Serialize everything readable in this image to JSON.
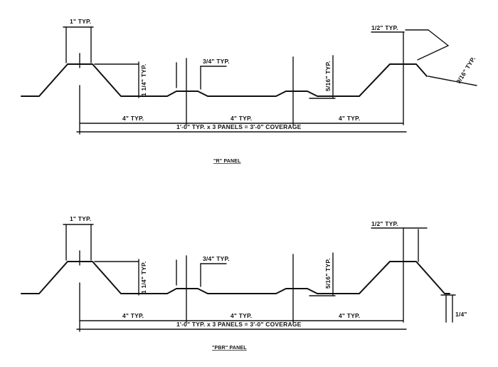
{
  "panels": [
    {
      "title": "\"R\" PANEL",
      "dims": {
        "rib_top": "1\" TYP.",
        "rib_height": "1 1/4\" TYP.",
        "minor_width": "3/4\" TYP.",
        "minor_height": "5/16\" TYP.",
        "spacing_1": "4\" TYP.",
        "spacing_2": "4\" TYP.",
        "spacing_3": "4\" TYP.",
        "coverage": "1'-0\" TYP. x 3 PANELS = 3'-0\" COVERAGE",
        "end_top": "1/2\" TYP.",
        "end_extra": "9/16\" TYP."
      }
    },
    {
      "title": "\"PBR\" PANEL",
      "dims": {
        "rib_top": "1\" TYP.",
        "rib_height": "1 1/4\" TYP.",
        "minor_width": "3/4\" TYP.",
        "minor_height": "5/16\" TYP.",
        "spacing_1": "4\" TYP.",
        "spacing_2": "4\" TYP.",
        "spacing_3": "4\" TYP.",
        "coverage": "1'-0\" TYP. x 3 PANELS = 3'-0\" COVERAGE",
        "end_top": "1/2\" TYP.",
        "end_extra": "1/4\""
      }
    }
  ]
}
